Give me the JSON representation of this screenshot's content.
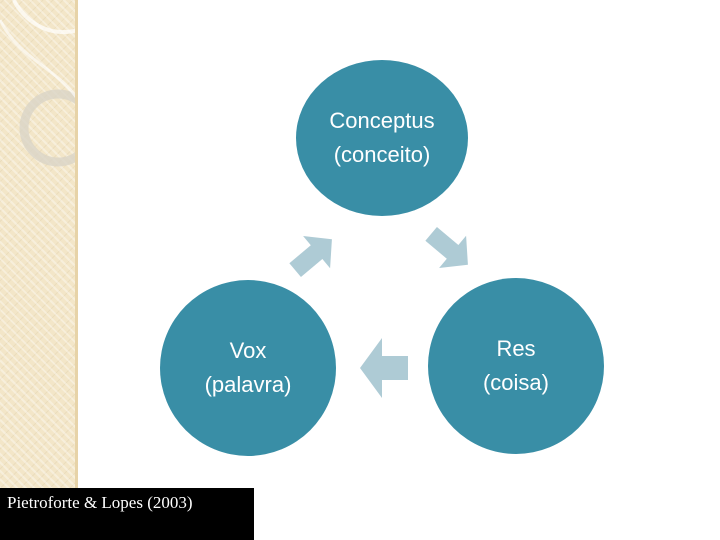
{
  "nodes": {
    "conceptus": {
      "line1": "Conceptus",
      "line2": "(conceito)"
    },
    "vox": {
      "line1": "Vox",
      "line2": "(palavra)"
    },
    "res": {
      "line1": "Res",
      "line2": "(coisa)"
    }
  },
  "citation": "Pietroforte & Lopes (2003)",
  "colors": {
    "node_fill": "#398ea6",
    "arrow_fill": "#aecbd5",
    "strip": "#f3e6c8"
  },
  "icons": {
    "arrow_vox_to_conceptus": "arrow-up-right-icon",
    "arrow_conceptus_to_res": "arrow-down-right-icon",
    "arrow_res_to_vox": "arrow-left-icon"
  }
}
